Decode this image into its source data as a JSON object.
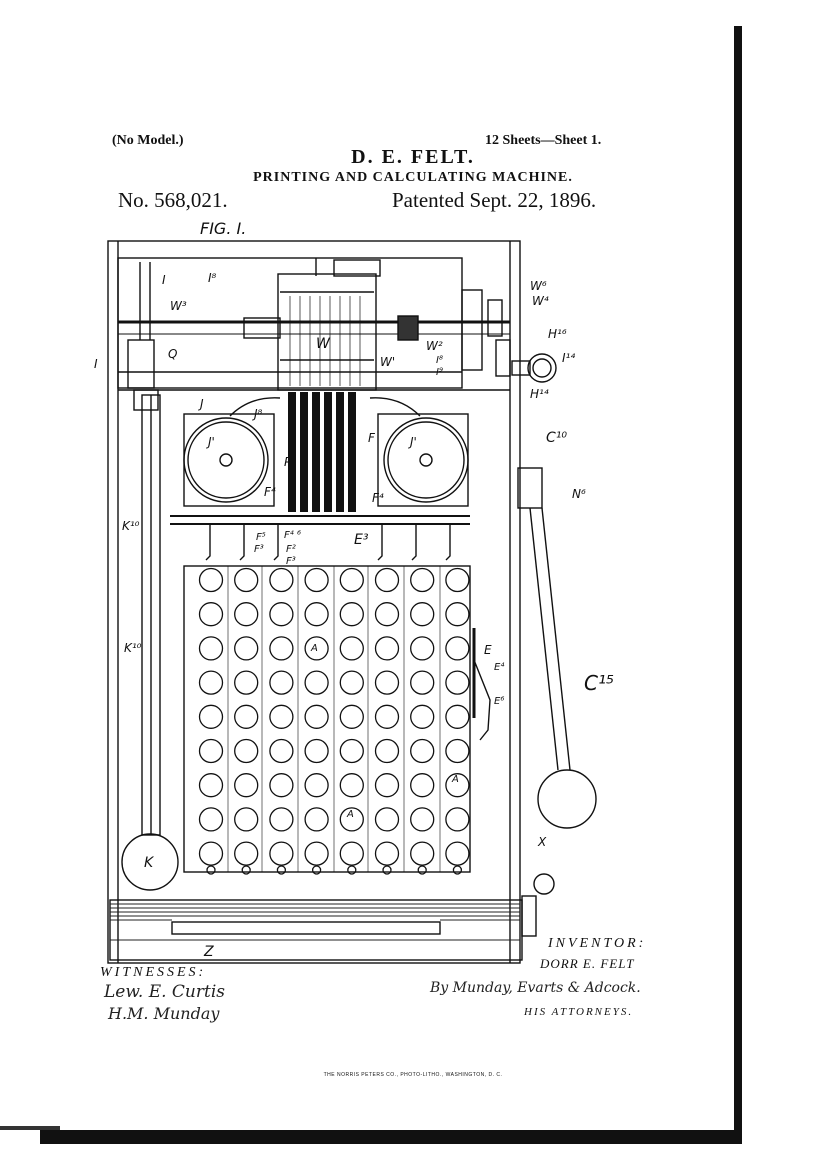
{
  "header": {
    "model": "(No Model.)",
    "sheets": "12 Sheets—Sheet 1.",
    "inventor": "D. E. FELT.",
    "title": "PRINTING AND CALCULATING MACHINE.",
    "number": "No. 568,021.",
    "patented": "Patented Sept. 22, 1896."
  },
  "figure": {
    "label": "FIG. I.",
    "labels": {
      "I": "I",
      "I8": "I⁸",
      "W3": "W³",
      "I2": "I",
      "Q": "Q",
      "W": "W",
      "W1": "W'",
      "W2": "W²",
      "I8b": "I⁸",
      "I9": "I⁹",
      "W6": "W⁶",
      "W4": "W⁴",
      "H16": "H¹⁶",
      "I14": "I¹⁴",
      "H14": "H¹⁴",
      "J": "J",
      "J8": "J⁸",
      "F": "F",
      "J1L": "J'",
      "J1R": "J'",
      "P": "P",
      "C10": "C¹⁰",
      "F4L": "F⁴",
      "F4R": "F⁴",
      "N6": "N⁶",
      "K10a": "K¹⁰",
      "F5": "F⁵",
      "F3a": "F³",
      "F46": "F⁴ ⁶",
      "F2": "F²",
      "F3b": "F³",
      "E3": "E³",
      "A1": "A",
      "A2": "A",
      "A3": "A",
      "E": "E",
      "E4": "E⁴",
      "E6": "E⁶",
      "K10b": "K¹⁰",
      "C15": "C¹⁵",
      "K": "K",
      "X": "X",
      "Z": "Z"
    }
  },
  "footer": {
    "witnesses_label": "WITNESSES:",
    "witness_1": "Lew. E. Curtis",
    "witness_2": "H.M. Munday",
    "inventor_label": "INVENTOR:",
    "inventor_name": "DORR E. FELT",
    "attorneys_sig": "By Munday, Evarts & Adcock.",
    "attorneys_label": "HIS ATTORNEYS.",
    "printer": "THE NORRIS PETERS CO., PHOTO-LITHO., WASHINGTON, D. C."
  }
}
